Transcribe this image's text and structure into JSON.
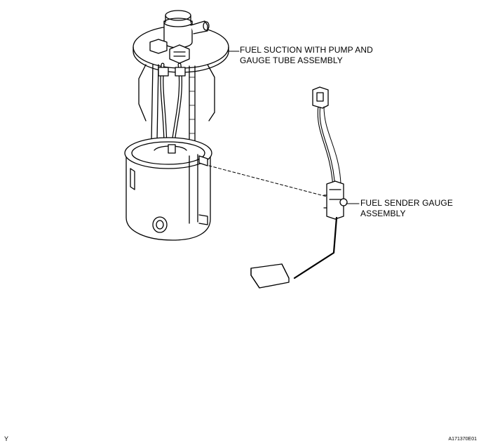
{
  "labels": {
    "pump_assembly": {
      "line1": "FUEL SUCTION  WITH PUMP AND",
      "line2": "GAUGE TUBE ASSEMBLY"
    },
    "sender_gauge": {
      "line1": "FUEL SENDER GAUGE",
      "line2": "ASSEMBLY"
    }
  },
  "corner": {
    "left": "Y",
    "right": "A171370E01"
  }
}
